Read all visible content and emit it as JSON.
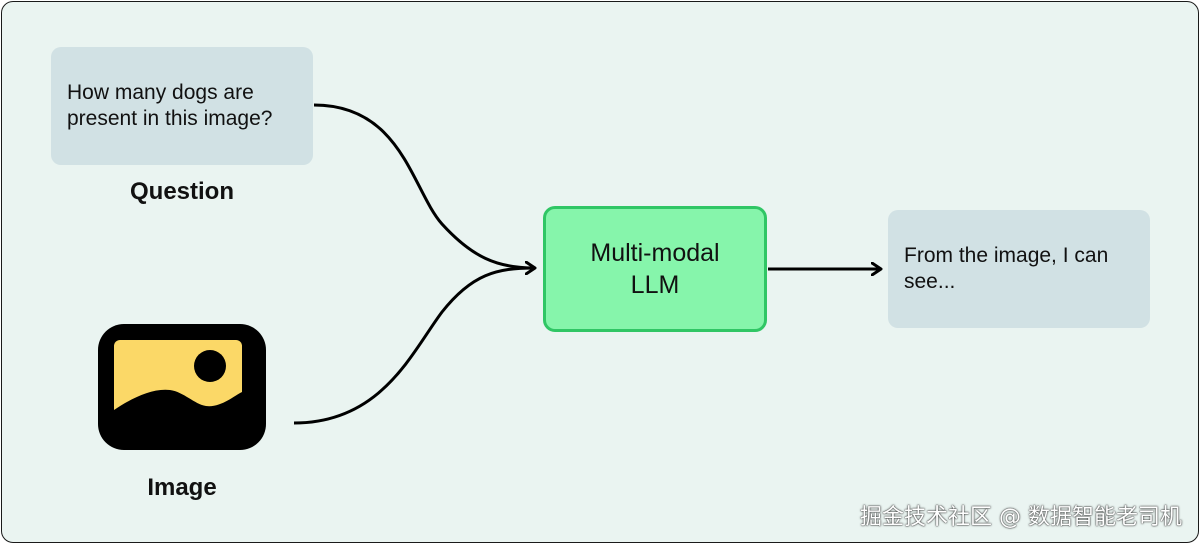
{
  "nodes": {
    "question_text": "How many dogs are\npresent in this image?",
    "question_label": "Question",
    "image_label": "Image",
    "llm_text": "Multi-modal\nLLM",
    "answer_text": "From the image, I can\nsee..."
  },
  "icons": {
    "image": "image-icon"
  },
  "watermark": "掘金技术社区 @ 数据智能老司机",
  "colors": {
    "background": "#eaf4f1",
    "text_box": "#d1e1e4",
    "llm_fill": "#86f5ab",
    "llm_border": "#30c665",
    "image_icon_fill": "#fbd867"
  }
}
